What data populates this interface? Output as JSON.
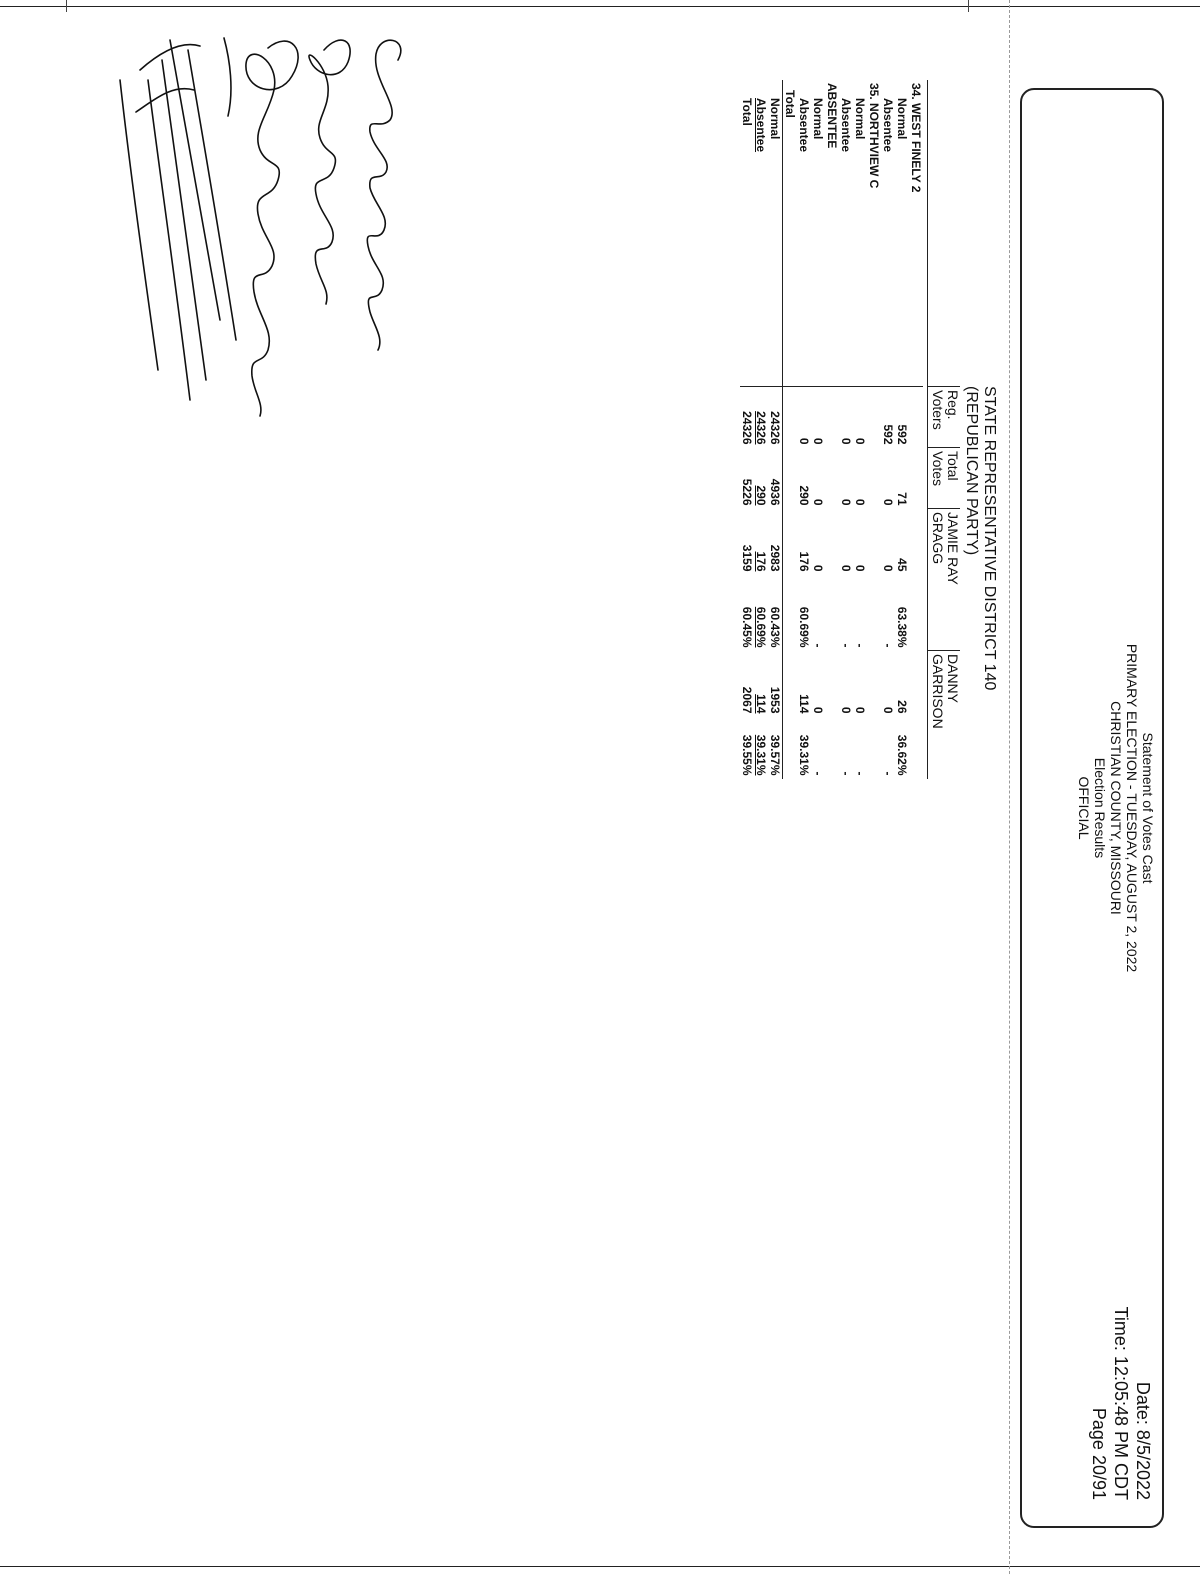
{
  "header": {
    "title": "Statement of Votes Cast",
    "election": "PRIMARY ELECTION - TUESDAY, AUGUST 2, 2022",
    "county": "CHRISTIAN COUNTY, MISSOURI",
    "results": "Election Results",
    "status": "OFFICIAL",
    "date": "Date: 8/5/2022",
    "time": "Time: 12:05:48 PM CDT",
    "page": "Page 20/91"
  },
  "contest": {
    "name": "STATE REPRESENTATIVE DISTRICT 140",
    "party": "(REPUBLICAN PARTY)"
  },
  "columns": {
    "reg_line1": "Reg.",
    "reg_line2": "Voters",
    "total_line1": "Total",
    "total_line2": "Votes",
    "cand1_line1": "JAMIE RAY",
    "cand1_line2": "GRAGG",
    "cand2_line1": "DANNY",
    "cand2_line2": "GARRISON"
  },
  "rows": [
    {
      "label": "34. WEST FINELY 2",
      "reg": "",
      "total": "",
      "c1_votes": "",
      "c1_pct": "",
      "c2_votes": "",
      "c2_pct": ""
    },
    {
      "label": "Normal",
      "reg": "592",
      "total": "71",
      "c1_votes": "45",
      "c1_pct": "63.38%",
      "c2_votes": "26",
      "c2_pct": "36.62%"
    },
    {
      "label": "Absentee",
      "reg": "592",
      "total": "0",
      "c1_votes": "0",
      "c1_pct": "-",
      "c2_votes": "0",
      "c2_pct": "-"
    },
    {
      "label": "35. NORTHVIEW C",
      "reg": "",
      "total": "",
      "c1_votes": "",
      "c1_pct": "",
      "c2_votes": "",
      "c2_pct": ""
    },
    {
      "label": "Normal",
      "reg": "0",
      "total": "0",
      "c1_votes": "0",
      "c1_pct": "-",
      "c2_votes": "0",
      "c2_pct": "-"
    },
    {
      "label": "Absentee",
      "reg": "0",
      "total": "0",
      "c1_votes": "0",
      "c1_pct": "-",
      "c2_votes": "0",
      "c2_pct": "-"
    },
    {
      "label": "ABSENTEE",
      "reg": "",
      "total": "",
      "c1_votes": "",
      "c1_pct": "",
      "c2_votes": "",
      "c2_pct": ""
    },
    {
      "label": "Normal",
      "reg": "0",
      "total": "0",
      "c1_votes": "0",
      "c1_pct": "-",
      "c2_votes": "0",
      "c2_pct": "-"
    },
    {
      "label": "Absentee",
      "reg": "0",
      "total": "290",
      "c1_votes": "176",
      "c1_pct": "60.69%",
      "c2_votes": "114",
      "c2_pct": "39.31%"
    },
    {
      "label": "Total",
      "reg": "",
      "total": "",
      "c1_votes": "",
      "c1_pct": "",
      "c2_votes": "",
      "c2_pct": ""
    },
    {
      "label": "Normal",
      "reg": "24326",
      "total": "4936",
      "c1_votes": "2983",
      "c1_pct": "60.43%",
      "c2_votes": "1953",
      "c2_pct": "39.57%"
    },
    {
      "label": "Absentee",
      "reg": "24326",
      "total": "290",
      "c1_votes": "176",
      "c1_pct": "60.69%",
      "c2_votes": "114",
      "c2_pct": "39.31%"
    },
    {
      "label": "Total",
      "reg": "24326",
      "total": "5226",
      "c1_votes": "3159",
      "c1_pct": "60.45%",
      "c2_votes": "2067",
      "c2_pct": "39.55%"
    }
  ],
  "colors": {
    "ink": "#111111",
    "rule": "#222222",
    "fold_line": "#9a9a9a"
  }
}
